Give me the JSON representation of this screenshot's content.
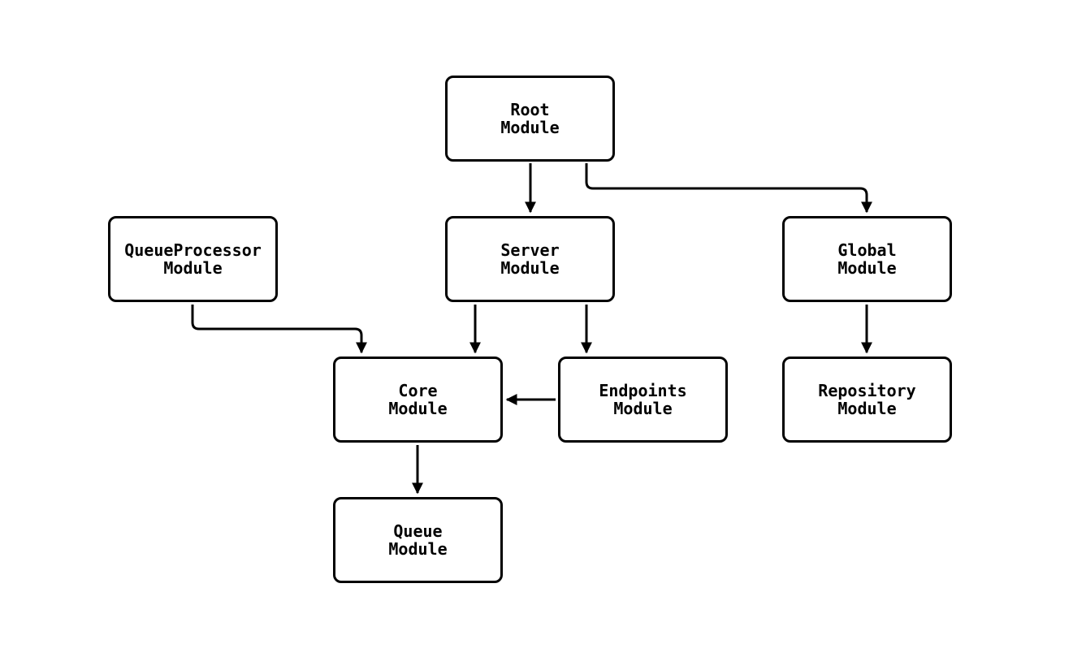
{
  "diagram": {
    "type": "flowchart",
    "direction": "top-down",
    "colors": {
      "background": "#ffffff",
      "node_fill": "#ffffff",
      "node_border": "#000000",
      "edge": "#000000",
      "text": "#000000"
    },
    "nodes": [
      {
        "id": "root",
        "label": "Root\nModule"
      },
      {
        "id": "queueprocessor",
        "label": "QueueProcessor\nModule"
      },
      {
        "id": "server",
        "label": "Server\nModule"
      },
      {
        "id": "global",
        "label": "Global\nModule"
      },
      {
        "id": "core",
        "label": "Core\nModule"
      },
      {
        "id": "endpoints",
        "label": "Endpoints\nModule"
      },
      {
        "id": "repository",
        "label": "Repository\nModule"
      },
      {
        "id": "queue",
        "label": "Queue\nModule"
      }
    ],
    "edges": [
      {
        "from": "root",
        "to": "server"
      },
      {
        "from": "root",
        "to": "global"
      },
      {
        "from": "queueprocessor",
        "to": "core"
      },
      {
        "from": "server",
        "to": "core"
      },
      {
        "from": "server",
        "to": "endpoints"
      },
      {
        "from": "endpoints",
        "to": "core"
      },
      {
        "from": "core",
        "to": "queue"
      },
      {
        "from": "global",
        "to": "repository"
      }
    ]
  }
}
